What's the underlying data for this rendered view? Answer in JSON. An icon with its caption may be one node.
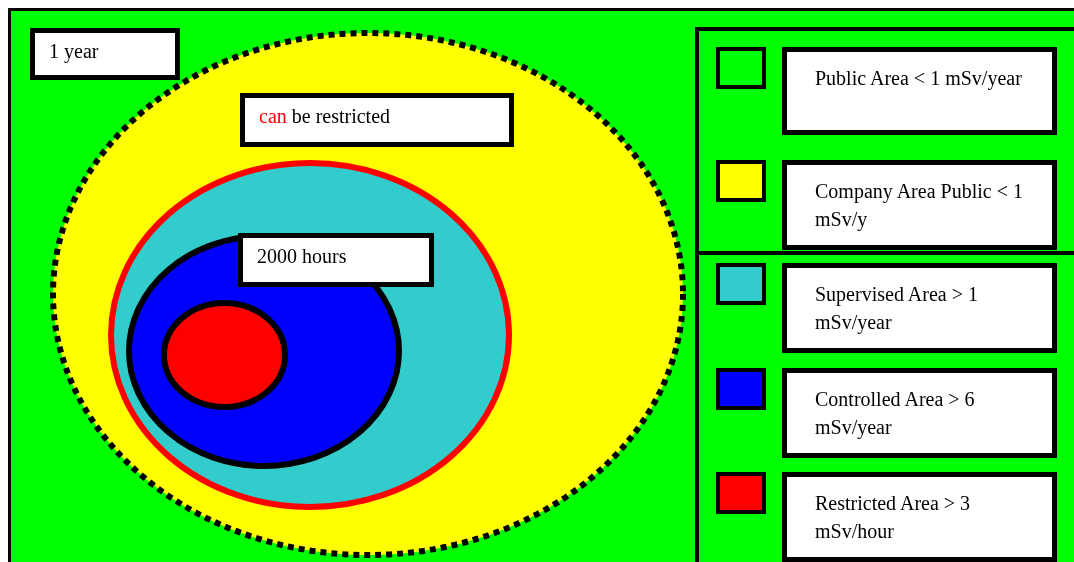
{
  "diagram": {
    "nodes": [
      {
        "text": [
          "1 year"
        ]
      },
      {
        "text": [],
        "shape": "ellipse"
      },
      {
        "text": [
          "can be restricted"
        ],
        "in": 1
      },
      {
        "text": [],
        "shape": "ellipse",
        "in": 1
      },
      {
        "text": [
          "2000 hours"
        ],
        "in": 3
      },
      {
        "text": [],
        "shape": "ellipse",
        "in": 3
      },
      {
        "text": [],
        "shape": "ellipse",
        "in": 5
      }
    ],
    "legend": [
      {
        "text": "Public Area < 1 mSv/year",
        "color": "#00ff00"
      },
      {
        "text": "Company Area Public < 1 mSv/y",
        "color": "#ffff00"
      },
      {
        "text": "Supervised Area > 1 mSv/year",
        "color": "#33cccc"
      },
      {
        "text": "Controlled Area > 6 mSv/year",
        "color": "#0000ff"
      },
      {
        "text": "Restricted Area > 3 mSv/hour",
        "color": "#ff0000"
      }
    ]
  }
}
